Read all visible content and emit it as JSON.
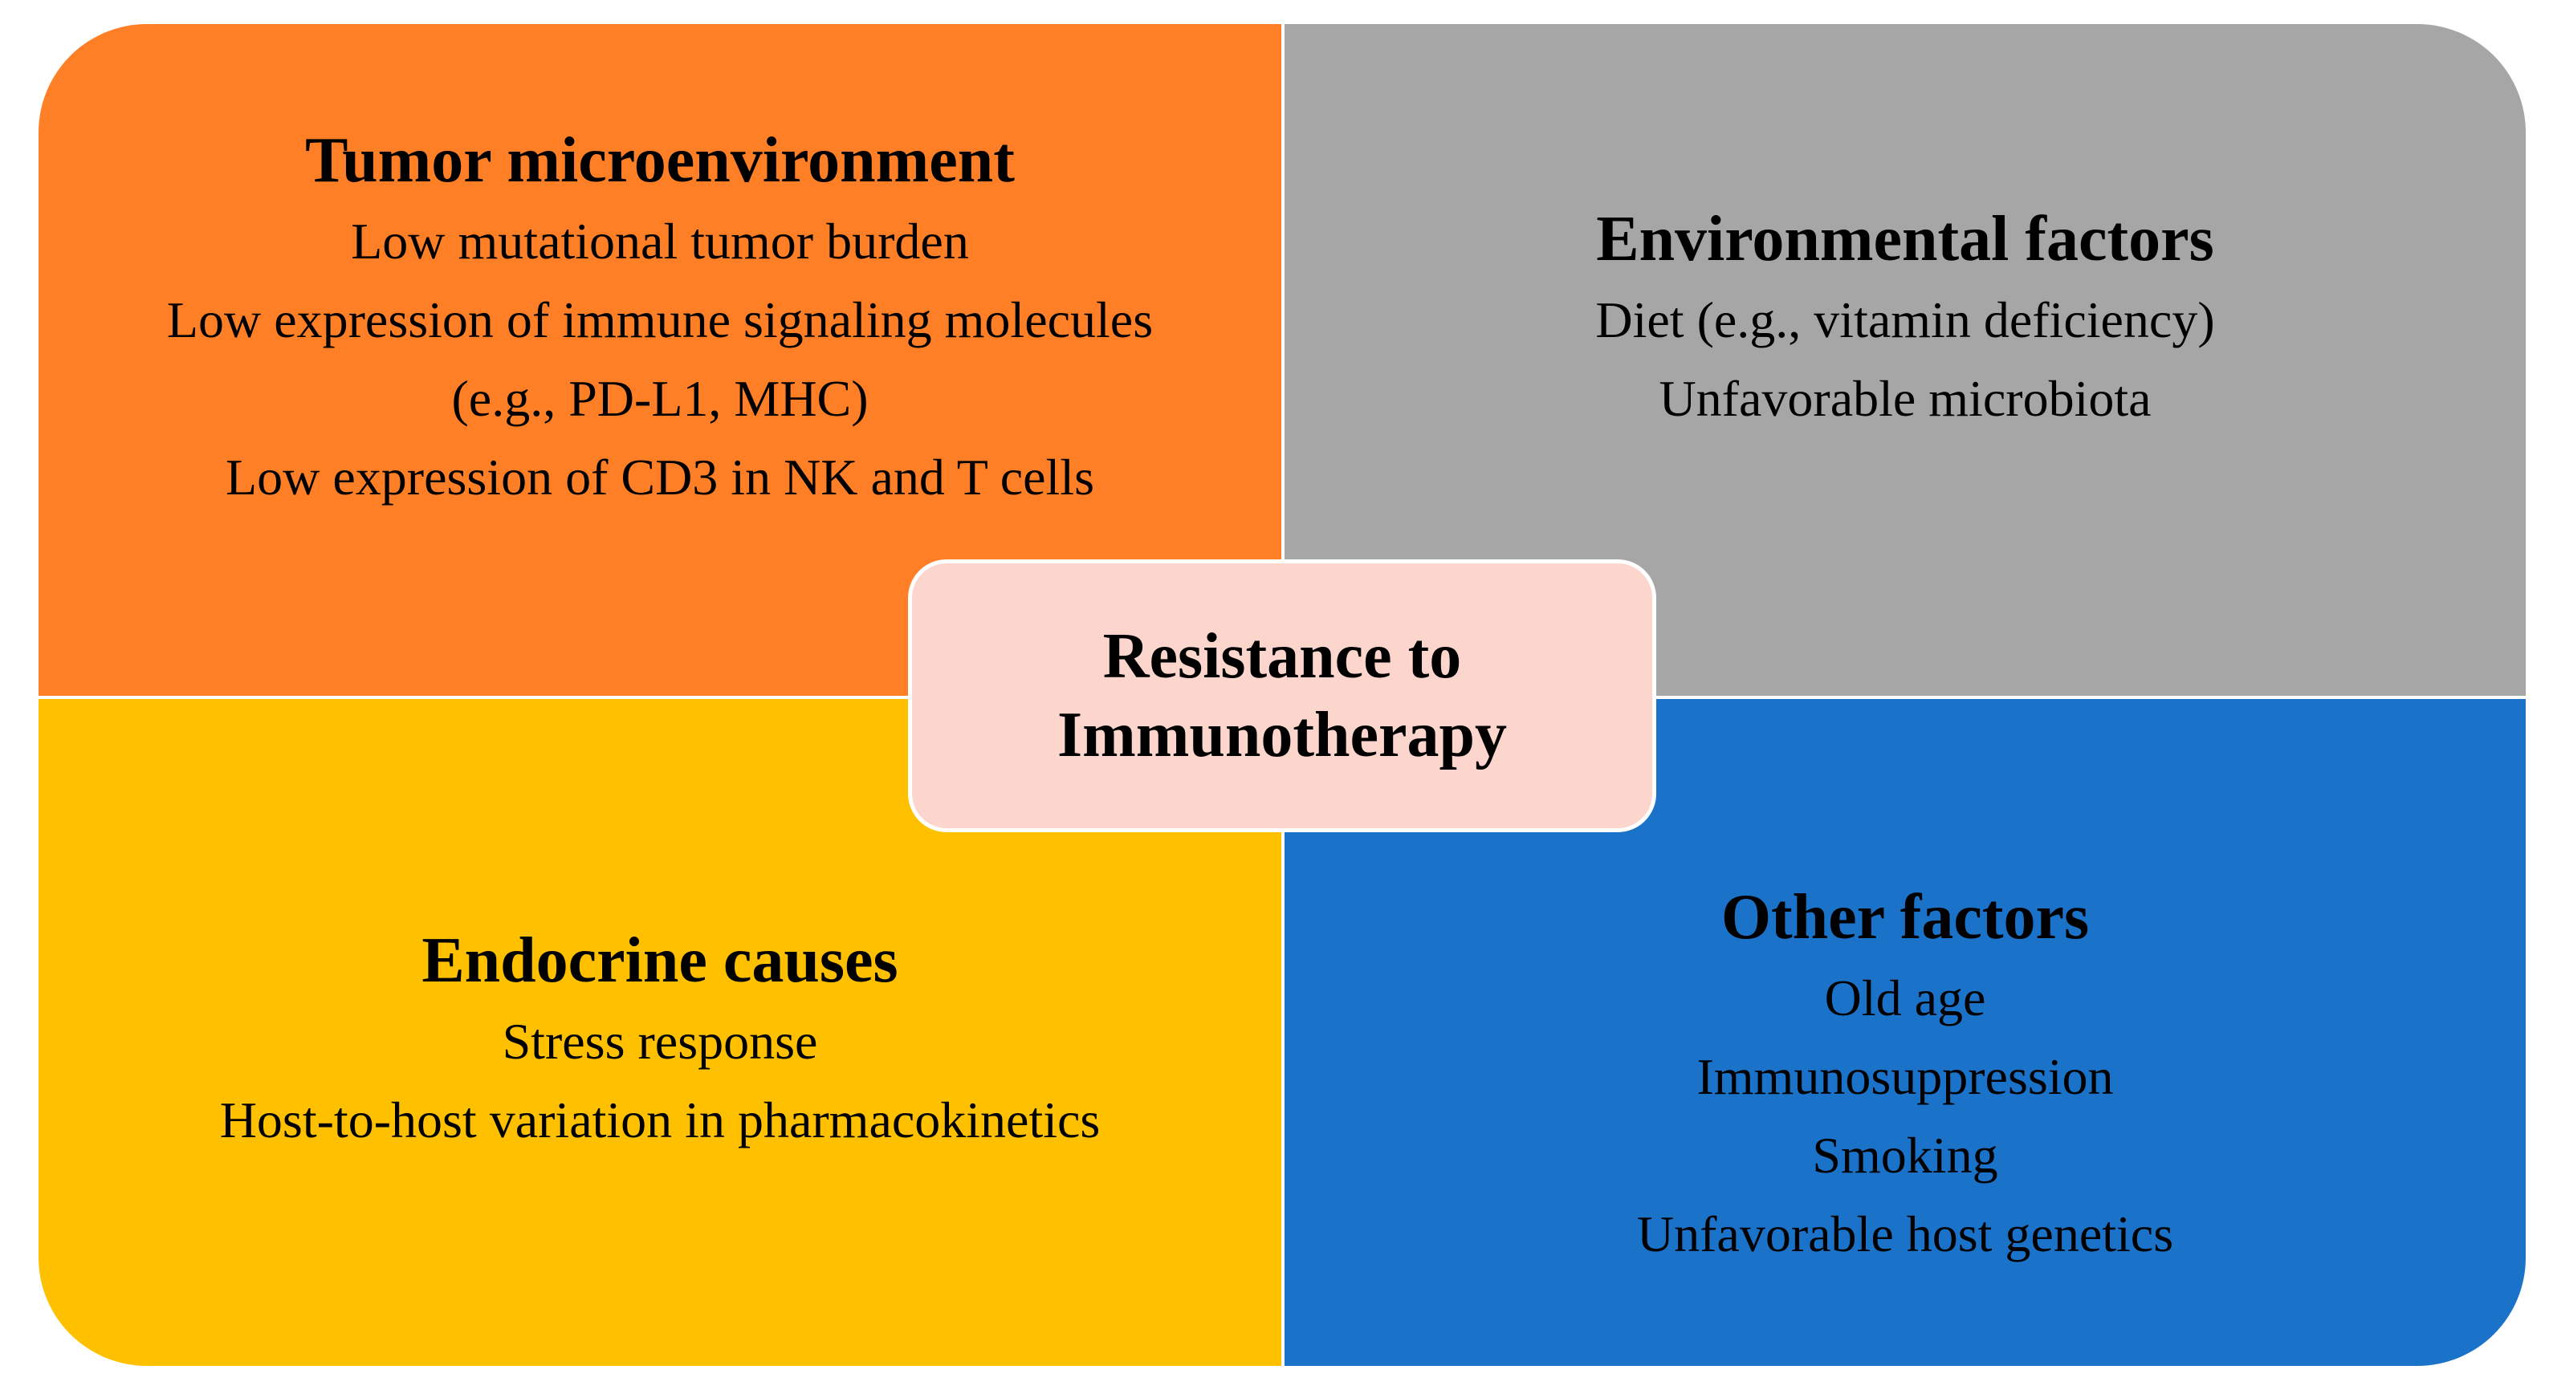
{
  "center": {
    "lines": [
      "Resistance to",
      "Immunotherapy"
    ],
    "color": "#fcd6cc"
  },
  "quadrants": {
    "tumor_microenvironment": {
      "title": "Tumor microenvironment",
      "items": [
        "Low mutational tumor burden",
        "Low expression of immune signaling molecules",
        "(e.g., PD-L1, MHC)",
        "Low expression of CD3 in NK and T cells"
      ],
      "color": "#ff7f27"
    },
    "environmental_factors": {
      "title": "Environmental factors",
      "items": [
        "Diet (e.g., vitamin deficiency)",
        "Unfavorable microbiota"
      ],
      "color": "#a6a6a6"
    },
    "endocrine_causes": {
      "title": "Endocrine causes",
      "items": [
        "Stress response",
        "Host-to-host variation in pharmacokinetics"
      ],
      "color": "#ffc000"
    },
    "other_factors": {
      "title": "Other factors",
      "items": [
        "Old age",
        "Immunosuppression",
        "Smoking",
        "Unfavorable host genetics"
      ],
      "color": "#1a72c9"
    }
  }
}
